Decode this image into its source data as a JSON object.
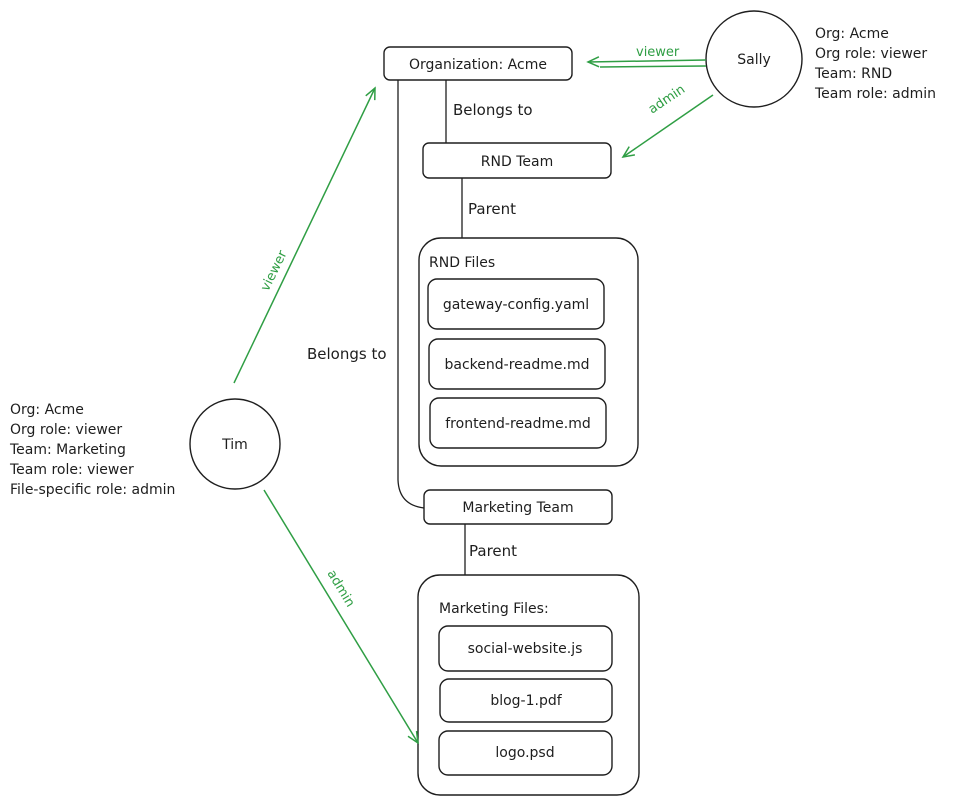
{
  "nodes": {
    "organization": "Organization: Acme",
    "rnd_team": "RND Team",
    "rnd_files": {
      "title": "RND Files",
      "files": [
        "gateway-config.yaml",
        "backend-readme.md",
        "frontend-readme.md"
      ]
    },
    "marketing_team": "Marketing Team",
    "marketing_files": {
      "title": "Marketing Files:",
      "files": [
        "social-website.js",
        "blog-1.pdf",
        "logo.psd"
      ]
    }
  },
  "users": {
    "sally": {
      "name": "Sally",
      "info": [
        "Org: Acme",
        "Org role: viewer",
        "Team: RND",
        "Team role: admin"
      ]
    },
    "tim": {
      "name": "Tim",
      "info": [
        "Org: Acme",
        "Org role: viewer",
        "Team: Marketing",
        "Team role: viewer",
        "File-specific role: admin"
      ]
    }
  },
  "edge_labels": {
    "rnd_belongs_to": "Belongs to",
    "rnd_parent": "Parent",
    "marketing_belongs_to": "Belongs to",
    "marketing_parent": "Parent"
  },
  "arrow_labels": {
    "sally_org": "viewer",
    "sally_rnd": "admin",
    "tim_org": "viewer",
    "tim_logo": "admin"
  },
  "colors": {
    "stroke": "#1e1e1e",
    "arrow": "#2f9e44",
    "background": "#ffffff"
  }
}
